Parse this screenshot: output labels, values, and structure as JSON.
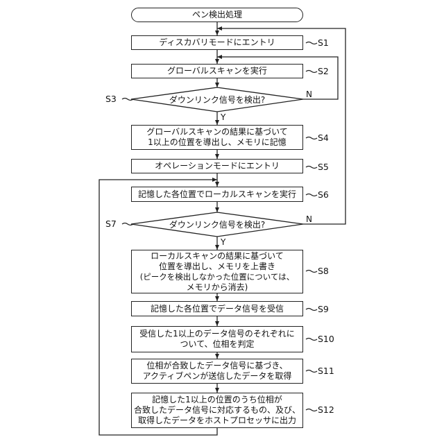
{
  "start": "ペン検出処理",
  "steps": {
    "s1": {
      "id": "S1",
      "lines": [
        "ディスカバリモードにエントリ"
      ]
    },
    "s2": {
      "id": "S2",
      "lines": [
        "グローバルスキャンを実行"
      ]
    },
    "s3": {
      "id": "S3",
      "lines": [
        "ダウンリンク信号を検出?"
      ]
    },
    "s4": {
      "id": "S4",
      "lines": [
        "グローバルスキャンの結果に基づいて",
        "1以上の位置を導出し、メモリに記憶"
      ]
    },
    "s5": {
      "id": "S5",
      "lines": [
        "オペレーションモードにエントリ"
      ]
    },
    "s6": {
      "id": "S6",
      "lines": [
        "記憶した各位置でローカルスキャンを実行"
      ]
    },
    "s7": {
      "id": "S7",
      "lines": [
        "ダウンリンク信号を検出?"
      ]
    },
    "s8": {
      "id": "S8",
      "lines": [
        "ローカルスキャンの結果に基づいて",
        "位置を導出し、メモリを上書き",
        "(ピークを検出しなかった位置については、",
        "メモリから消去)"
      ]
    },
    "s9": {
      "id": "S9",
      "lines": [
        "記憶した各位置でデータ信号を受信"
      ]
    },
    "s10": {
      "id": "S10",
      "lines": [
        "受信した1以上のデータ信号のそれぞれに",
        "ついて、位相を判定"
      ]
    },
    "s11": {
      "id": "S11",
      "lines": [
        "位相が合致したデータ信号に基づき、",
        "アクティブペンが送信したデータを取得"
      ]
    },
    "s12": {
      "id": "S12",
      "lines": [
        "記憶した1以上の位置のうち位相が",
        "合致したデータ信号に対応するもの、及び、",
        "取得したデータをホストプロセッサに出力"
      ]
    }
  },
  "branch": {
    "yes": "Y",
    "no": "N"
  }
}
